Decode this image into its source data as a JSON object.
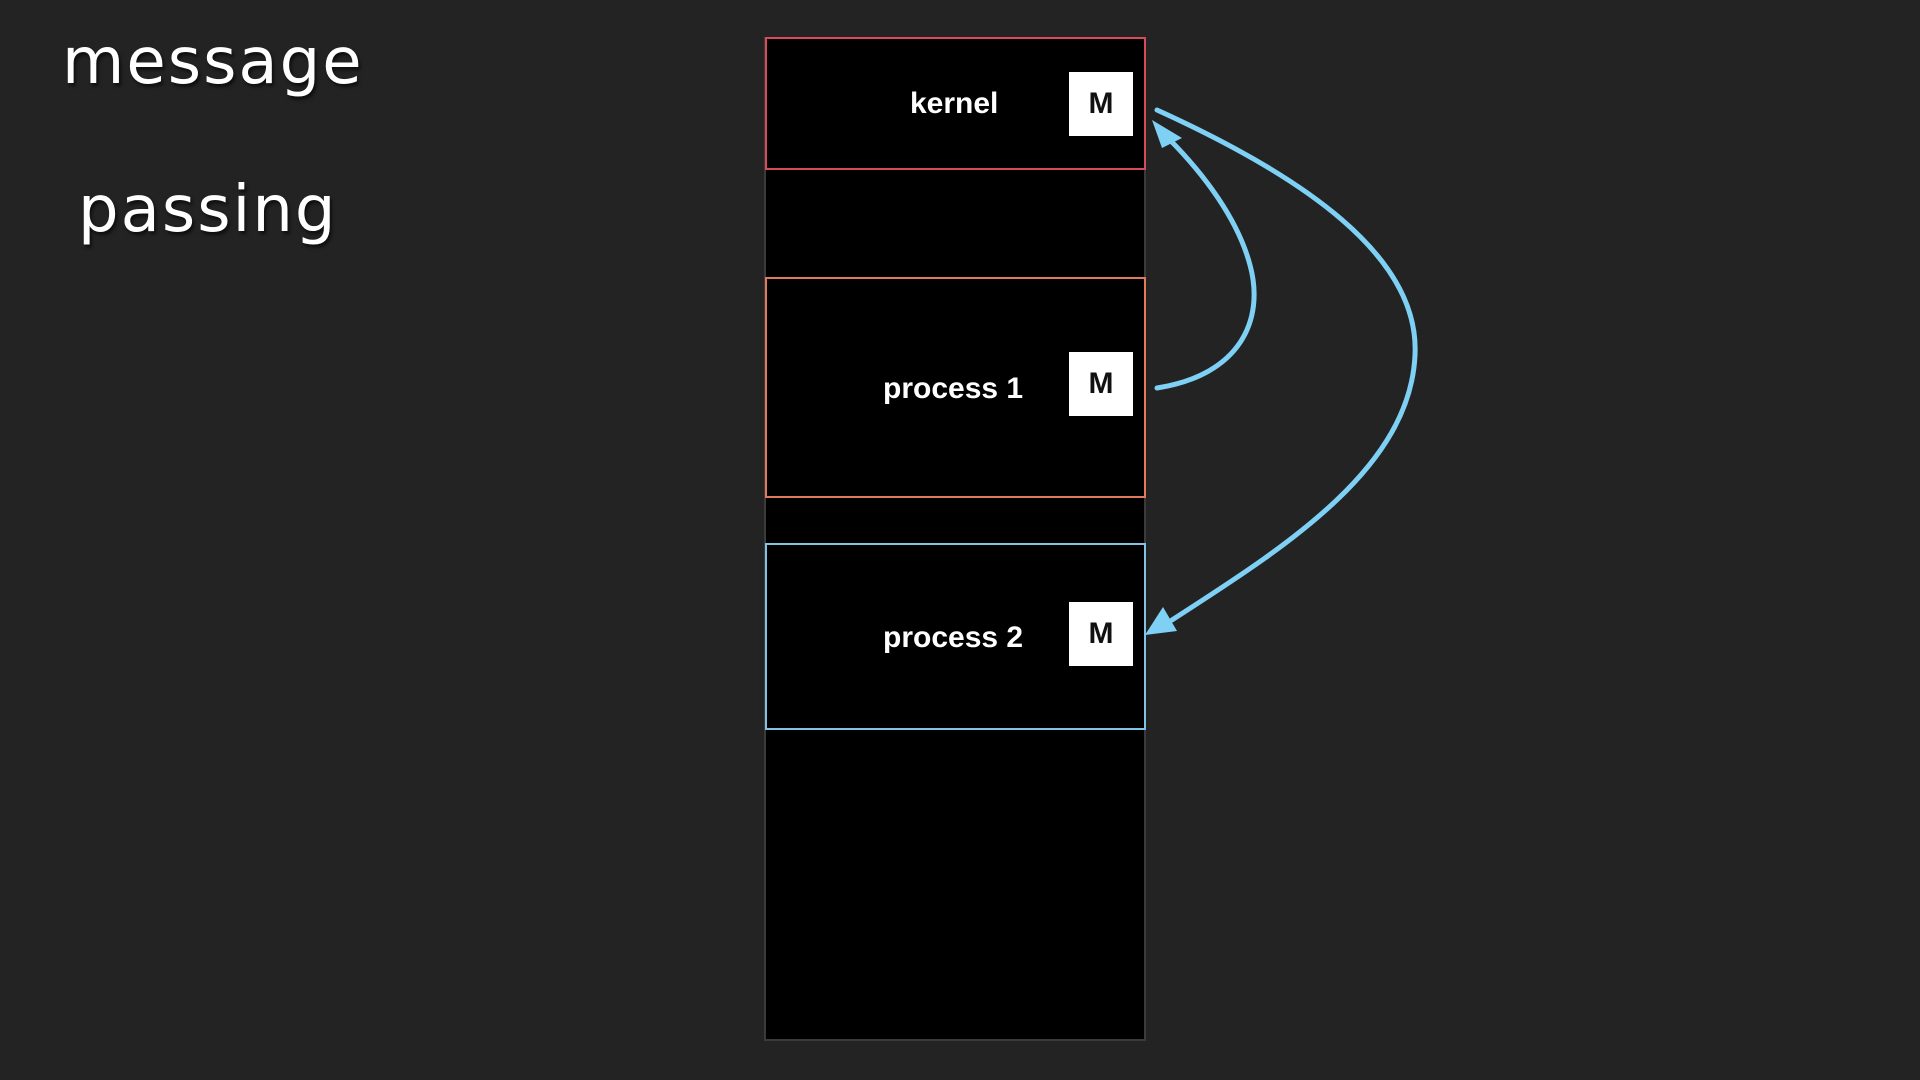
{
  "title": {
    "line1": "message",
    "line2": "passing"
  },
  "regions": {
    "kernel": {
      "label": "kernel",
      "message": "M"
    },
    "process1": {
      "label": "process 1",
      "message": "M"
    },
    "process2": {
      "label": "process 2",
      "message": "M"
    }
  },
  "colors": {
    "background": "#232323",
    "memory_fill": "#000000",
    "kernel_border": "#d9495a",
    "process1_border": "#e07a5a",
    "process2_border": "#7fc4e6",
    "arrow": "#7fd0f5",
    "message_box": "#ffffff"
  },
  "edges": [
    {
      "from": "process1",
      "to": "kernel"
    },
    {
      "from": "kernel",
      "to": "process2"
    }
  ]
}
